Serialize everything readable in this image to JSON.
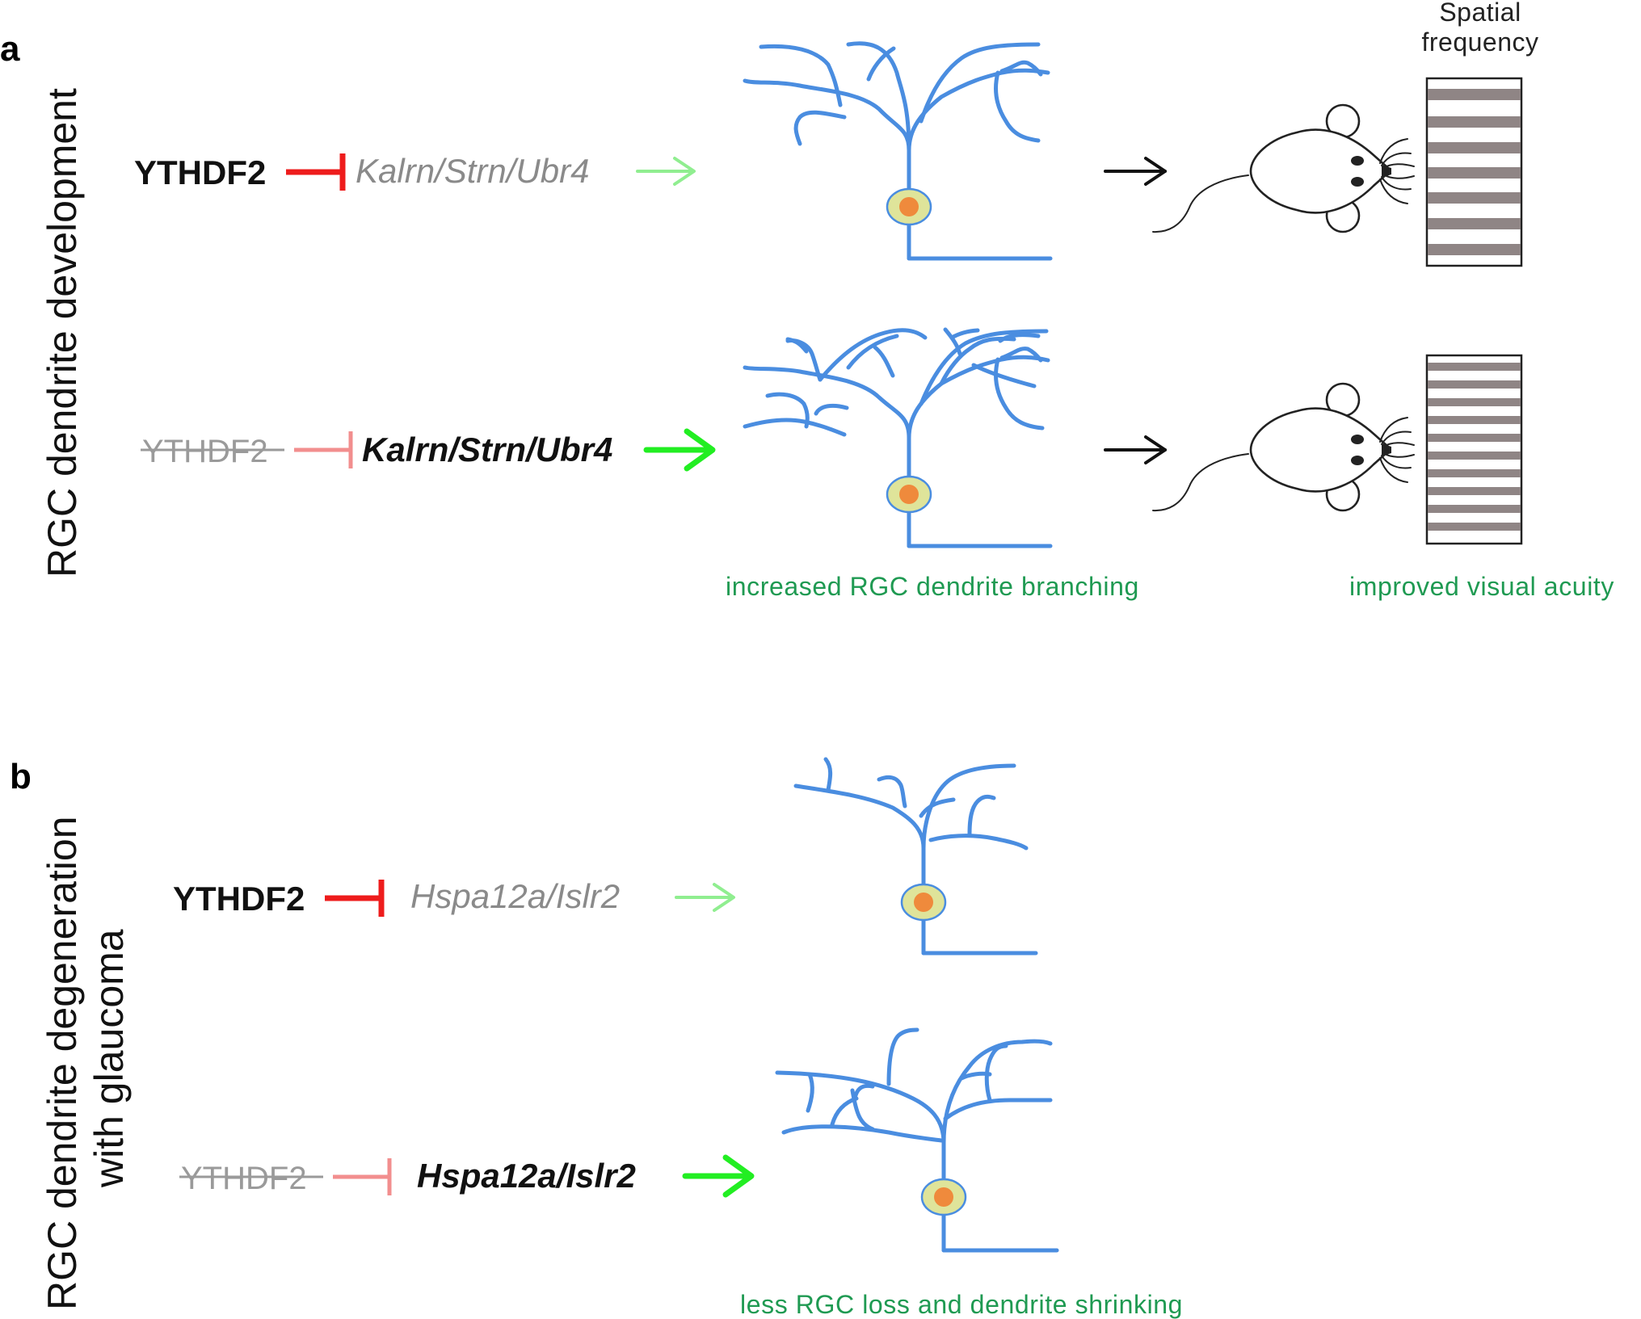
{
  "panel_a": {
    "letter": "a",
    "side_label": "RGC dendrite development",
    "row1": {
      "inhibitor": "YTHDF2",
      "target": "Kalrn/Strn/Ubr4"
    },
    "row2": {
      "inhibitor": "YTHDF2",
      "target": "Kalrn/Strn/Ubr4"
    },
    "stimulus_label_line1": "Spatial",
    "stimulus_label_line2": "frequency",
    "caption_dendrites": "increased RGC dendrite branching",
    "caption_acuity": "improved visual acuity"
  },
  "panel_b": {
    "letter": "b",
    "side_label_line1": "RGC dendrite degeneration",
    "side_label_line2": "with glaucoma",
    "row1": {
      "inhibitor": "YTHDF2",
      "target": "Hspa12a/Islr2"
    },
    "row2": {
      "inhibitor": "YTHDF2",
      "target": "Hspa12a/Islr2"
    },
    "caption": "less RGC loss and dendrite shrinking"
  },
  "colors": {
    "dendrite": "#4a8de0",
    "soma_outer": "#dfe49a",
    "soma_inner": "#ef8a3c",
    "inhibition_strong": "#ee1c1c",
    "inhibition_weak": "#f28e8e",
    "arrow_weak": "#90ee90",
    "arrow_strong": "#22ee22",
    "caption": "#1f9a52",
    "grating_stripe": "#8f8585"
  }
}
